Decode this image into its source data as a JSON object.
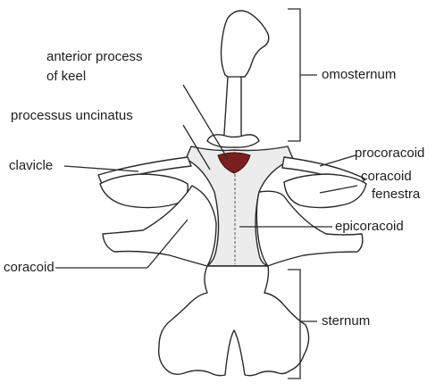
{
  "labels": {
    "anterior_process_line1": "anterior process",
    "anterior_process_line2": "of keel",
    "processus_uncinatus": "processus uncinatus",
    "clavicle": "clavicle",
    "coracoid": "coracoid",
    "omosternum": "omosternum",
    "procoracoid": "procoracoid",
    "coracoid_fenestra_line1": "coracoid",
    "coracoid_fenestra_line2": "fenestra",
    "epicoracoid": "epicoracoid",
    "sternum": "sternum"
  },
  "colors": {
    "keel_process": "#7a1f1f",
    "stroke": "#2a2a2a",
    "epicoracoid_fill": "#ececec"
  }
}
